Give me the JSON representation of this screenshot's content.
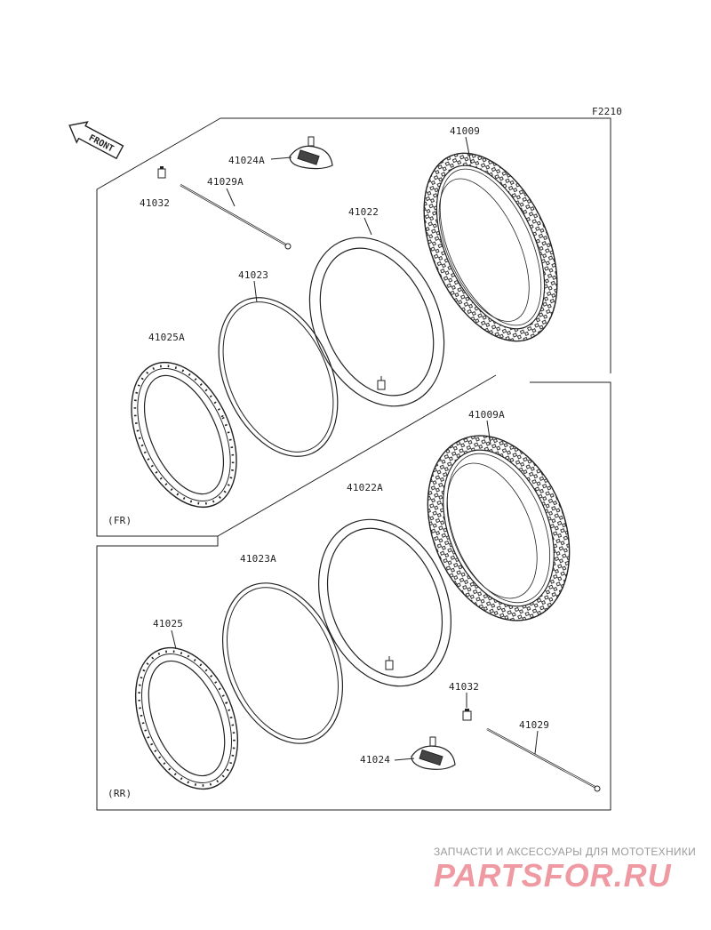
{
  "diagram": {
    "code": "F2210",
    "front_label": "FRONT",
    "sections": {
      "front": "(FR)",
      "rear": "(RR)"
    },
    "parts": {
      "tire_front": "41009",
      "tire_rear": "41009A",
      "tube_front": "41022",
      "tube_rear": "41022A",
      "rim_band_front": "41023",
      "rim_band_rear": "41023A",
      "rim_front": "41025A",
      "rim_rear": "41025",
      "rim_lock_front": "41024A",
      "rim_lock_rear": "41024",
      "spoke_front": "41029A",
      "spoke_rear": "41029",
      "nipple_front": "41032",
      "nipple_rear": "41032"
    }
  },
  "watermark": {
    "tagline": "ЗАПЧАСТИ И АКСЕССУАРЫ ДЛЯ МОТОТЕХНИКИ",
    "logo": "PARTSFOR.RU"
  },
  "colors": {
    "line": "#222222",
    "watermark_gray": "#9a9a9a",
    "watermark_pink": "#ef9aa2"
  }
}
